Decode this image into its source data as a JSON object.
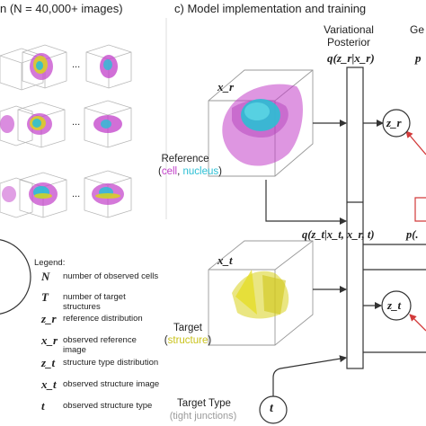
{
  "headers": {
    "left_partial": "n (N = 40,000+ images)",
    "section_c": "c) Model implementation and training",
    "variational_posterior": "Variational\nPosterior",
    "generative_partial": "Ge"
  },
  "formulas": {
    "posterior_r": "q(z_r|x_r)",
    "posterior_t": "q(z_t|x_t, x_r, t)",
    "prior_r_partial": "p",
    "prior_t_partial": "p(."
  },
  "images": {
    "x_r": "x_r",
    "x_t": "x_t"
  },
  "nodes": {
    "z_r": "z_r",
    "z_t": "z_t",
    "t": "t"
  },
  "reference": {
    "title": "Reference",
    "open": "(",
    "cell": "cell",
    "sep": ", ",
    "nucleus": "nucleus",
    "close": ")"
  },
  "target": {
    "title": "Target",
    "open": "(",
    "structure": "structure",
    "close": ")"
  },
  "target_type": {
    "title": "Target Type",
    "sub": "(tight junctions)"
  },
  "ellipsis": "...",
  "legend": {
    "title": "Legend:",
    "rows": [
      {
        "sym": "N",
        "desc": "number of observed cells"
      },
      {
        "sym": "T",
        "desc": "number of target structures"
      },
      {
        "sym": "z_r",
        "desc": "reference distribution"
      },
      {
        "sym": "x_r",
        "desc": "observed reference image"
      },
      {
        "sym": "z_t",
        "desc": "structure type distribution"
      },
      {
        "sym": "x_t",
        "desc": "observed structure image"
      },
      {
        "sym": "t",
        "desc": "observed structure type"
      }
    ]
  },
  "colors": {
    "cell_magenta": "#c23fc9",
    "nucleus_cyan": "#2bbfd4",
    "structure_yellow": "#d9d21c",
    "arrow_red": "#d23a3a",
    "line": "#333333"
  }
}
